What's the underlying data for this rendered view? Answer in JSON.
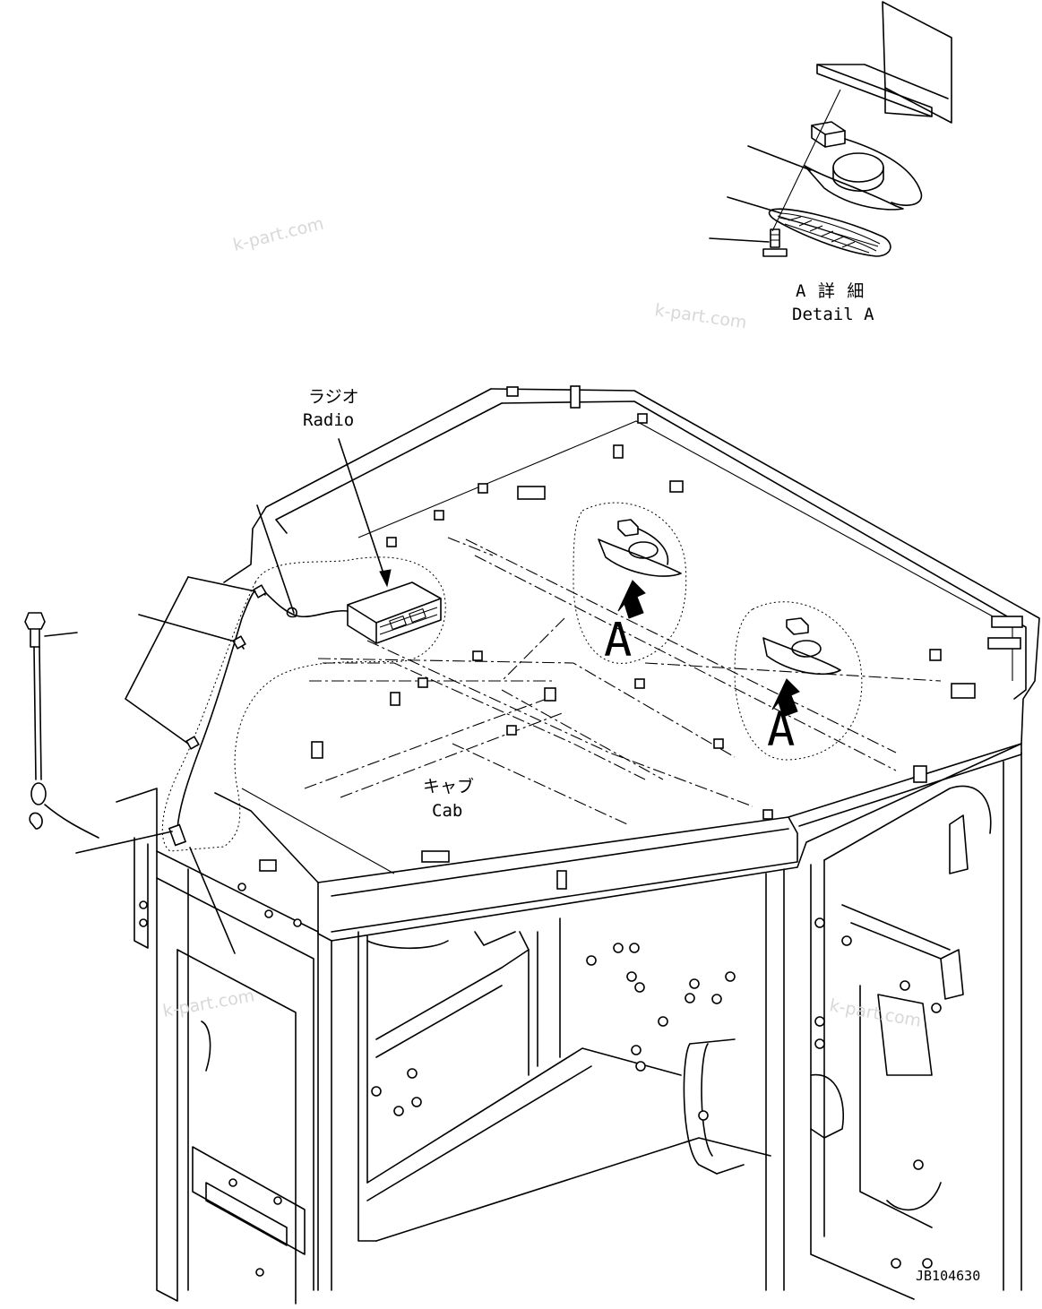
{
  "labels": {
    "detail_a_jp": "A 詳 細",
    "detail_a_en": "Detail A",
    "radio_jp": "ラジオ",
    "radio_en": "Radio",
    "cab_jp": "キャブ",
    "cab_en": "Cab",
    "marker_a_1": "A",
    "marker_a_2": "A",
    "drawing_number": "JB104630"
  },
  "watermarks": [
    "k-part.com",
    "k-part.com",
    "k-part.com",
    "k-part.com"
  ],
  "colors": {
    "line": "#000000",
    "background": "#ffffff",
    "watermark": "#d8d8d8"
  }
}
